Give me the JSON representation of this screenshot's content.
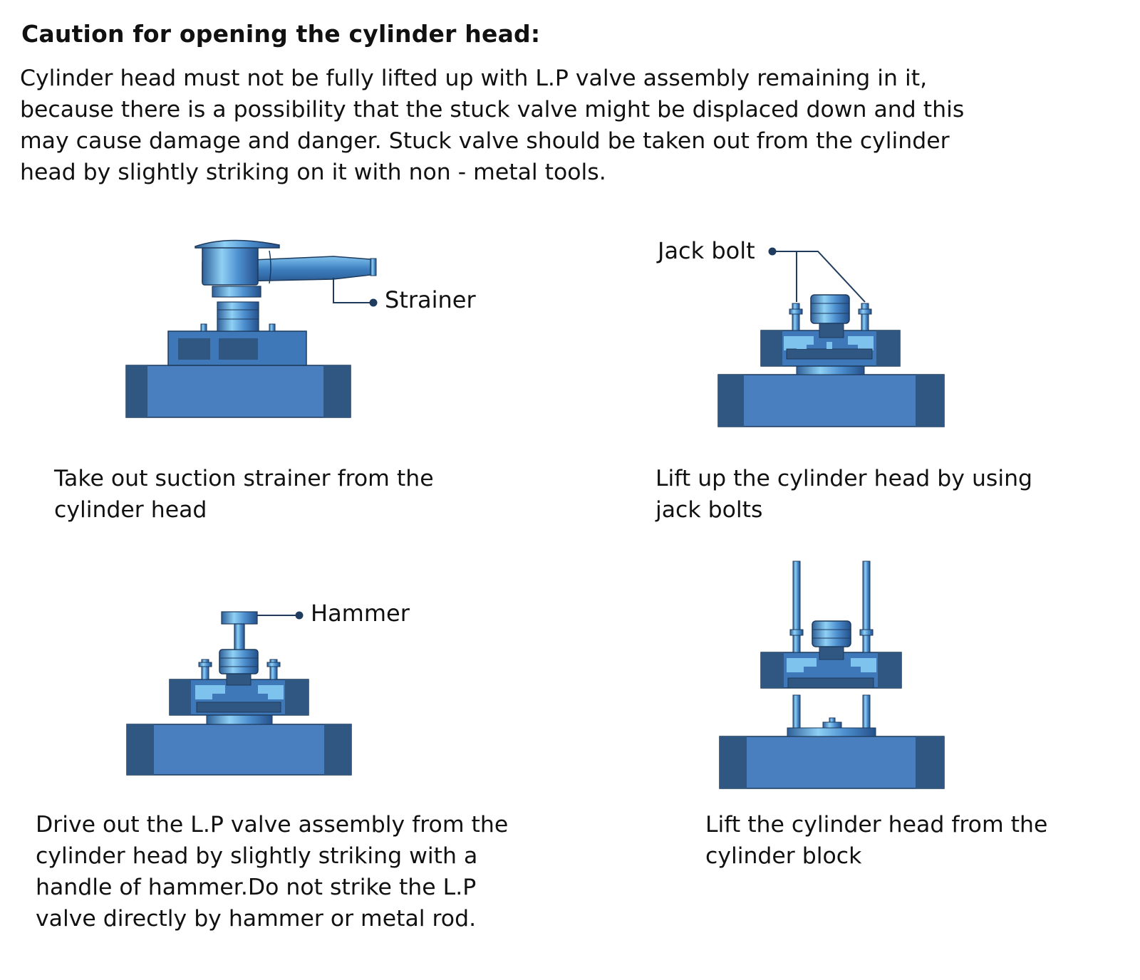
{
  "title": "Caution for opening the cylinder head:",
  "intro": "Cylinder head must not be fully lifted up with L.P valve assembly remaining in it,\nbecause there is a possibility that the stuck valve might be displaced down and this\nmay cause damage and danger. Stuck valve should be taken out from the cylinder\nhead by slightly striking on it with non - metal tools.",
  "steps": [
    {
      "caption": "Take out suction strainer from the\ncylinder head",
      "callout": "Strainer"
    },
    {
      "caption": "Lift up the cylinder head by using\njack bolts",
      "callout": "Jack bolt"
    },
    {
      "caption": "Drive out the L.P valve assembly from the\ncylinder head by slightly striking with a\nhandle of hammer.Do not strike the L.P\nvalve directly by hammer or metal rod.",
      "callout": "Hammer"
    },
    {
      "caption": "Lift the cylinder head from the\ncylinder block"
    }
  ],
  "colors": {
    "block": "#4a7fbf",
    "block_dark": "#2f5782",
    "head": "#3e78b8",
    "light": "#7ec3ee",
    "outline": "#1d3a5c",
    "leader": "#1f3c5f"
  }
}
